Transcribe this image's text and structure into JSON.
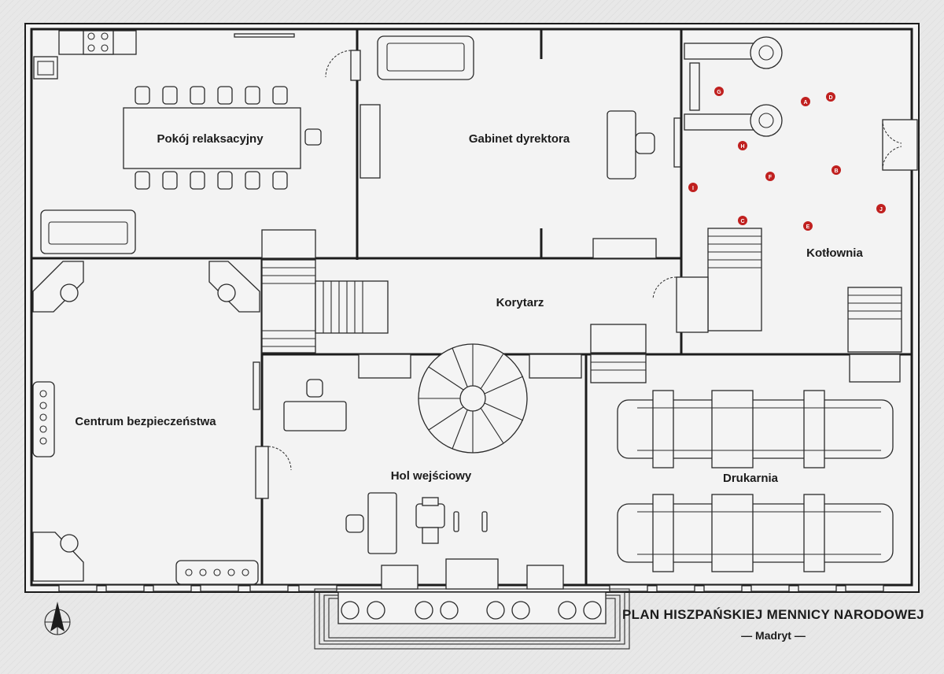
{
  "title": "PLAN HISZPAŃSKIEJ MENNICY NARODOWEJ",
  "subtitle": "— Madryt —",
  "compass": "compass-icon",
  "rooms": {
    "relaks": "Pokój relaksacyjny",
    "gabinet": "Gabinet dyrektora",
    "kotlownia": "Kotłownia",
    "korytarz": "Korytarz",
    "centrum": "Centrum bezpieczeństwa",
    "hol": "Hol wejściowy",
    "drukarnia": "Drukarnia"
  },
  "markers": [
    "G",
    "A",
    "D",
    "H",
    "F",
    "B",
    "I",
    "J",
    "C",
    "E"
  ],
  "colors": {
    "wall": "#1c1c1c",
    "marker": "#c0201f",
    "background": "#ededed"
  }
}
